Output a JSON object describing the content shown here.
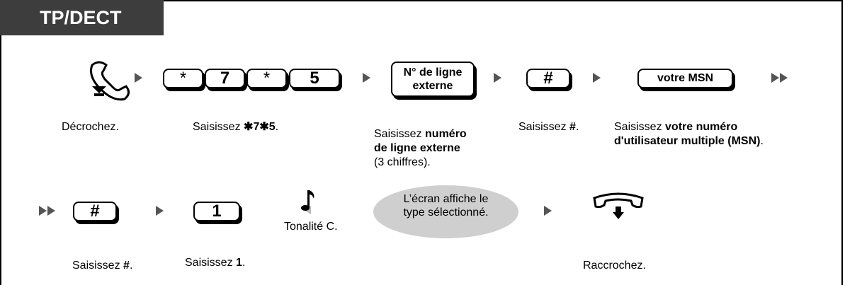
{
  "header": {
    "tab_label": "TP/DECT"
  },
  "row1": {
    "keys": [
      "*",
      "7",
      "*",
      "5"
    ],
    "line_key": [
      "N° de ligne",
      "externe"
    ],
    "hash_key": "#",
    "msn_key": "votre MSN"
  },
  "row2": {
    "hash_key": "#",
    "one_key": "1",
    "tone_label": "Tonalité C.",
    "display_note": [
      "L’écran affiche le",
      "type sélectionné."
    ]
  },
  "captions": {
    "offhook": "Décrochez.",
    "dial_prefix": "Saisissez ",
    "dial_code": "✱7✱5",
    "dial_suffix": ".",
    "line_prefix": "Saisissez ",
    "line_bold1": "numéro",
    "line_bold2": "de ligne externe",
    "line_note": "(3 chiffres).",
    "hash_prefix": "Saisissez ",
    "hash_bold": "#",
    "hash_suffix": ".",
    "msn_prefix": "Saisissez ",
    "msn_bold1": "votre numéro",
    "msn_bold2": "d'utilisateur multiple (MSN)",
    "msn_suffix": ".",
    "hash2_prefix": "Saisissez ",
    "hash2_bold": "#",
    "hash2_suffix": ".",
    "one_prefix": "Saisissez ",
    "one_bold": "1",
    "one_suffix": ".",
    "onhook": "Raccrochez."
  },
  "colors": {
    "tab_bg": "#3d3d3d",
    "arrow": "#555555",
    "ellipse": "#cfcfcf"
  }
}
